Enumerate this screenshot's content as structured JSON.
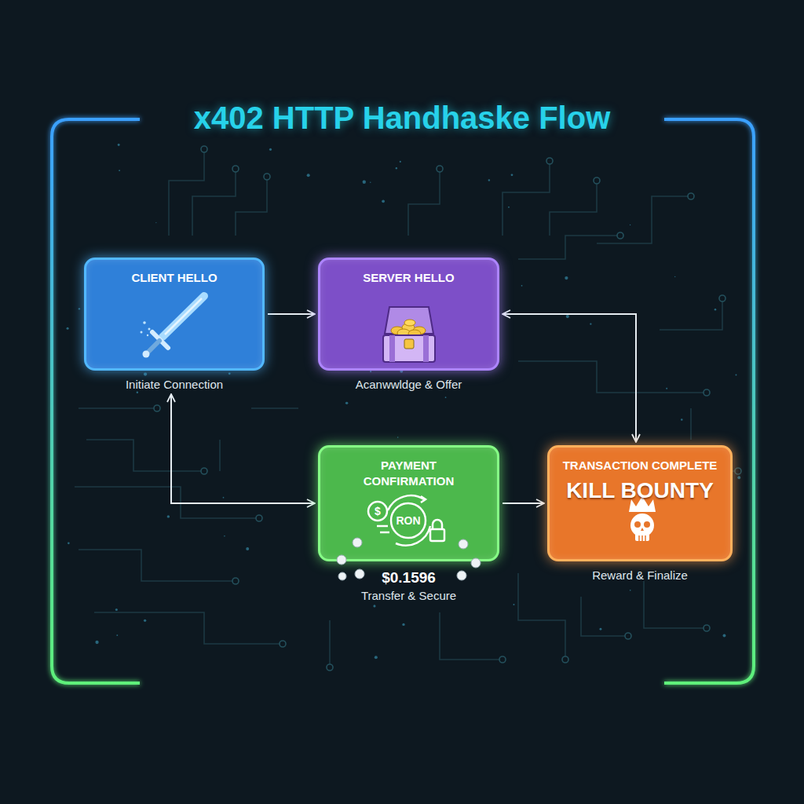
{
  "diagram": {
    "title": "x402 HTTP Handhaske Flow",
    "nodes": [
      {
        "text": [
          "CLIENT HELLO",
          "Initiate Connection"
        ]
      },
      {
        "text": [
          "SERVER HELLO",
          "Acanwwldge & Offer"
        ]
      },
      {
        "text": [
          "PAYMENT CONFIRMATION",
          "$",
          "RON",
          "$0.1596",
          "Transfer & Secure"
        ]
      },
      {
        "text": [
          "TRANSACTION COMPLETE",
          "KILL BOUNTY",
          "Reward & Finalize"
        ]
      }
    ],
    "edges": [
      {
        "from": 0,
        "to": 1,
        "arrow": "to"
      },
      {
        "from": 1,
        "to": 3,
        "arrow": "both"
      },
      {
        "from": 0,
        "to": 2,
        "arrow": "both"
      },
      {
        "from": 2,
        "to": 3,
        "arrow": "to"
      }
    ]
  }
}
